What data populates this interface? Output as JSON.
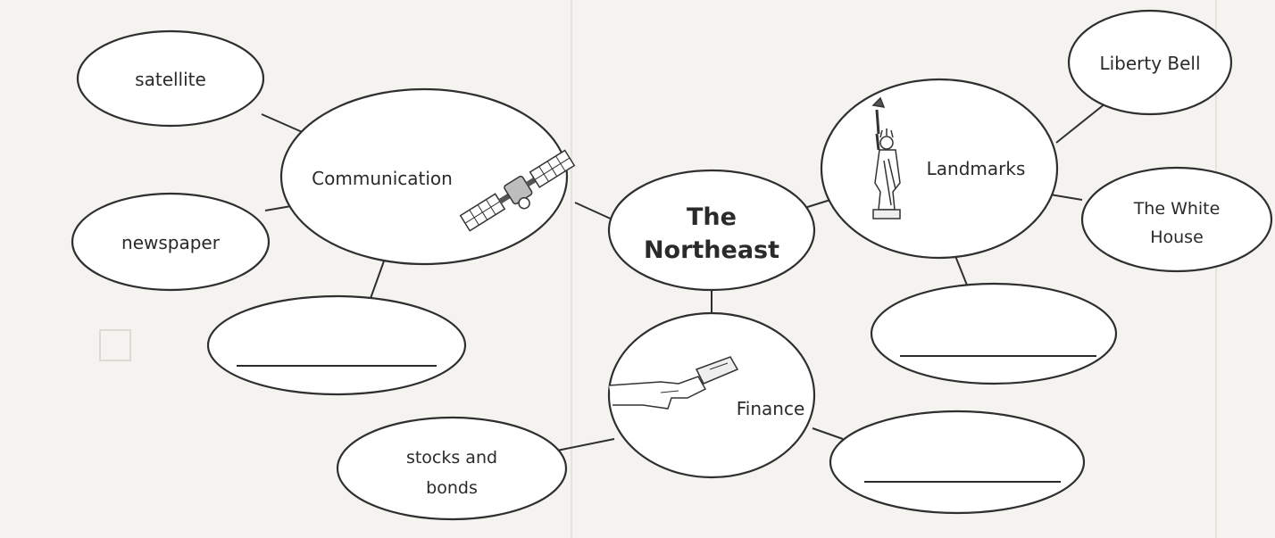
{
  "diagram": {
    "center": {
      "line1": "The",
      "line2": "Northeast"
    },
    "communication": {
      "label": "Communication",
      "items": [
        "satellite",
        "newspaper",
        ""
      ]
    },
    "landmarks": {
      "label": "Landmarks",
      "items": [
        "Liberty Bell",
        "The White House",
        ""
      ],
      "item2_line1": "The White",
      "item2_line2": "House"
    },
    "finance": {
      "label": "Finance",
      "items": [
        "stocks and bonds",
        ""
      ],
      "item1_line1": "stocks and",
      "item1_line2": "bonds"
    }
  }
}
